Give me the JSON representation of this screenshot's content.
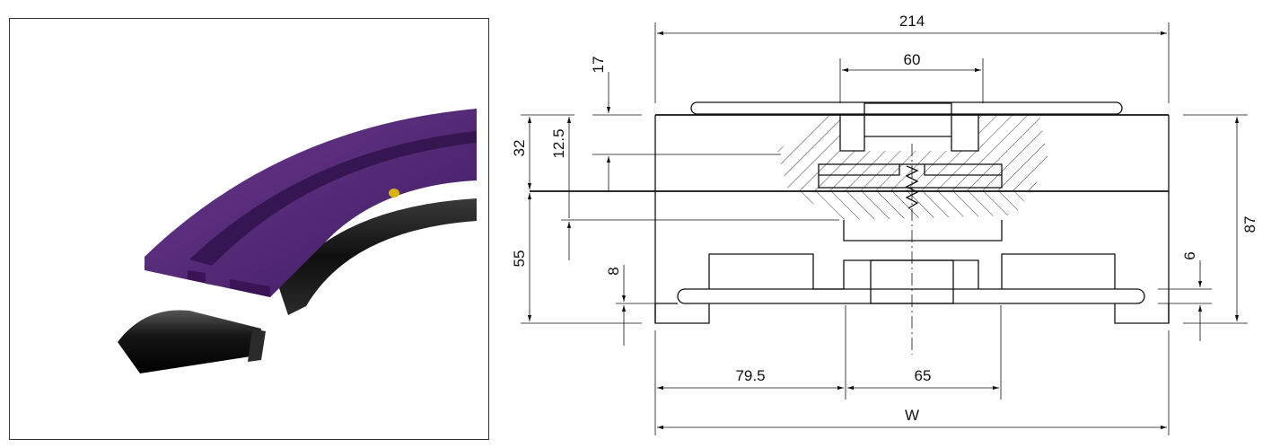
{
  "dimensions": {
    "overall_width": "214",
    "top_slot_width": "60",
    "top_offset": "17",
    "upper_height": "32",
    "insert_depth": "12.5",
    "lower_height": "55",
    "total_height": "87",
    "base_flange": "8",
    "side_flange": "6",
    "left_offset": "79.5",
    "center_width": "65",
    "width_label": "W"
  },
  "colors": {
    "profile_purple": "#4a1f6e",
    "profile_purple_light": "#6a3a8e",
    "body_black": "#151515"
  }
}
